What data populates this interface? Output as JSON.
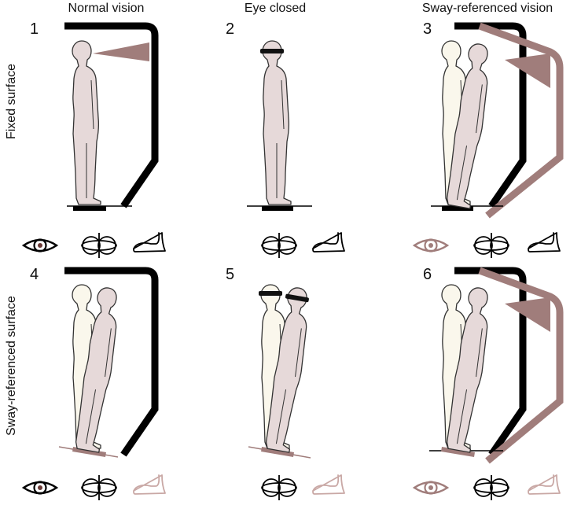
{
  "columns": [
    "Normal vision",
    "Eye closed",
    "Sway-referenced vision"
  ],
  "rows": [
    "Fixed surface",
    "Sway-referenced surface"
  ],
  "conditions": [
    "1",
    "2",
    "3",
    "4",
    "5",
    "6"
  ],
  "colors": {
    "body": "#e6d9d9",
    "ghost": "#faf7ec",
    "sway": "#a07d7b",
    "outline": "#333333",
    "frame": "#000000"
  },
  "sensory_icons": [
    "eye-icon",
    "vestibular-icon",
    "foot-icon"
  ]
}
